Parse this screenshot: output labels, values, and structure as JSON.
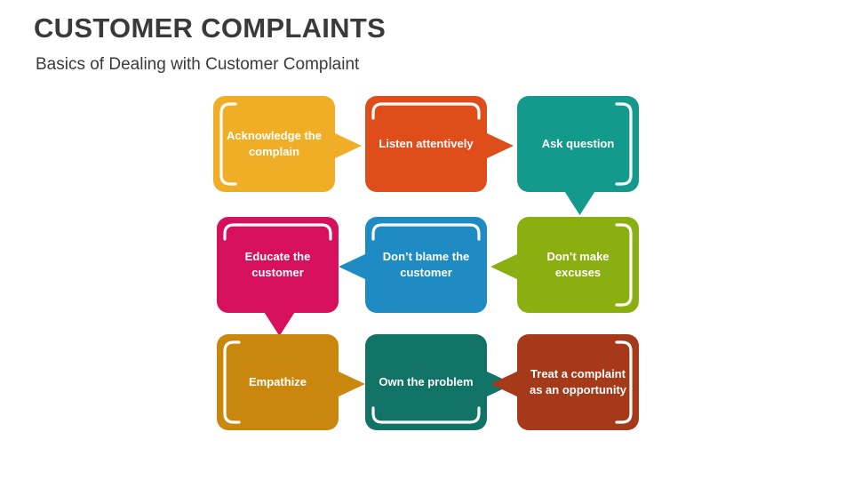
{
  "header": {
    "title": "CUSTOMER COMPLAINTS",
    "subtitle": "Basics of Dealing with Customer Complaint"
  },
  "steps": [
    {
      "label": "Acknowledge the complain",
      "color": "#EFAE25"
    },
    {
      "label": "Listen attentively",
      "color": "#DF4E1A"
    },
    {
      "label": "Ask question",
      "color": "#139A8D"
    },
    {
      "label": "Don’t make excuses",
      "color": "#8BAF10"
    },
    {
      "label": "Don’t blame the customer",
      "color": "#1E8BC3"
    },
    {
      "label": "Educate the customer",
      "color": "#D6105C"
    },
    {
      "label": "Empathize",
      "color": "#C9870E"
    },
    {
      "label": "Own the problem",
      "color": "#117366"
    },
    {
      "label": "Treat a complaint as an opportunity",
      "color": "#A6391A"
    }
  ]
}
